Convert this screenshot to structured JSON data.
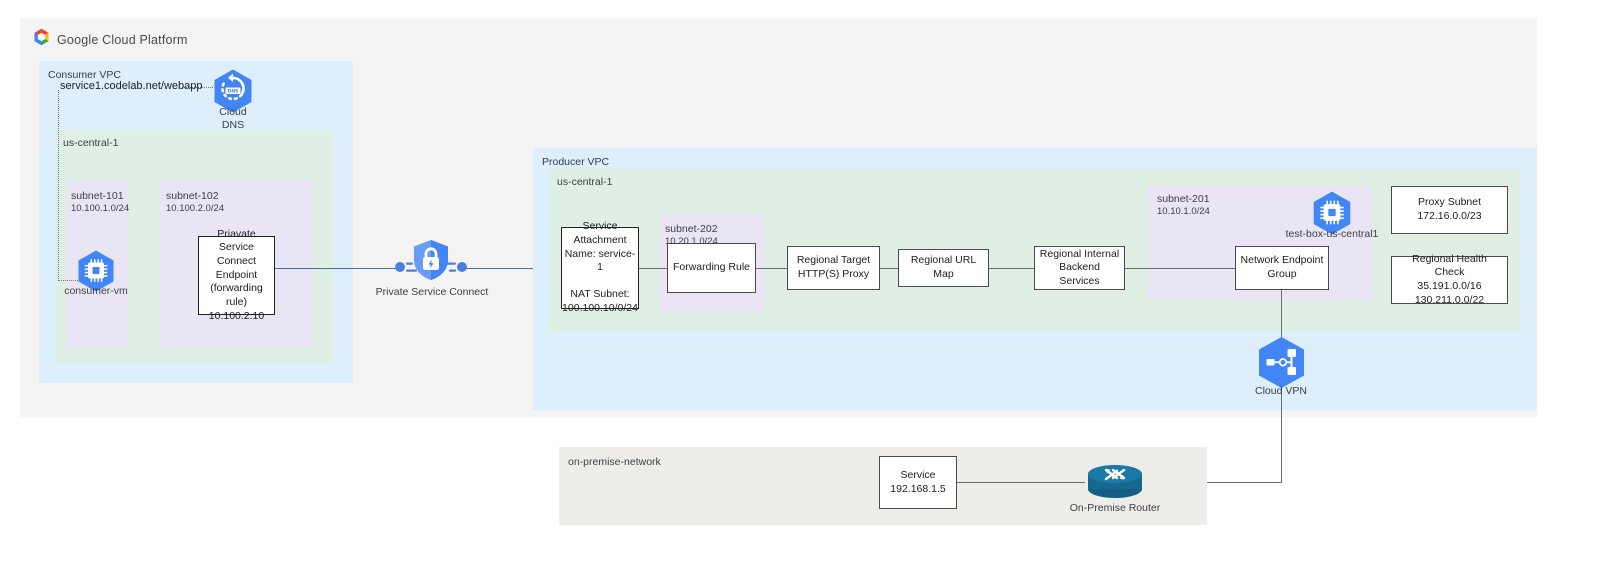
{
  "brand": {
    "logo_icon": "google-cloud-platform-hexagon-logo",
    "title": "Google Cloud Platform"
  },
  "consumer": {
    "vpc_label": "Consumer VPC",
    "region_label": "us-central-1",
    "dns_record": "service1.codelab.net/webapp",
    "cloud_dns": {
      "icon": "cloud-dns-icon",
      "label": "Cloud\nDNS"
    },
    "subnets": [
      {
        "name": "subnet-101",
        "cidr": "10.100.1.0/24"
      },
      {
        "name": "subnet-102",
        "cidr": "10.100.2.0/24"
      }
    ],
    "vm": {
      "icon": "compute-engine-vm-icon",
      "label": "consumer-vm"
    },
    "psc_endpoint": "Priavate Service\nConnect Endpoint\n(forwarding rule)\n10.100.2.10"
  },
  "psc": {
    "icon": "private-service-connect-shield-icon",
    "label": "Private Service Connect"
  },
  "producer": {
    "vpc_label": "Producer VPC",
    "region_label": "us-central-1",
    "service_attachment": "Service\nAttachment\nName: service-1\n\nNAT Subnet:\n100.100.10/0/24",
    "subnet_202": {
      "name": "subnet-202",
      "cidr": "10.20.1.0/24"
    },
    "subnet_201": {
      "name": "subnet-201",
      "cidr": "10.10.1.0/24"
    },
    "forwarding_rule": "Forwarding Rule",
    "target_proxy": "Regional Target\nHTTP(S) Proxy",
    "url_map": "Regional URL Map",
    "backend_services": "Regional Internal\nBackend Services",
    "neg": "Network Endpoint\nGroup",
    "test_box": {
      "icon": "compute-engine-vm-icon",
      "label": "test-box-us-central1"
    },
    "proxy_subnet": "Proxy Subnet\n172.16.0.0/23",
    "health_check": "Regional Health Check\n35.191.0.0/16\n130.211.0.0/22"
  },
  "vpn": {
    "icon": "cloud-vpn-icon",
    "label": "Cloud VPN"
  },
  "onprem": {
    "network_label": "on-premise-network",
    "service": "Service\n192.168.1.5",
    "router": {
      "icon": "on-premise-router-icon",
      "label": "On-Premise Router"
    }
  },
  "colors": {
    "page_frame": "#f4f4f4",
    "vpc": "#ddeefc",
    "region": "#dfefe4",
    "subnet": "#eae5f4",
    "onprem": "#efedea",
    "wire_blue": "#4a6fa5",
    "wire_grey": "#6d6d6d",
    "gcp_blue": "#4285f4",
    "router_teal": "#16688f"
  }
}
